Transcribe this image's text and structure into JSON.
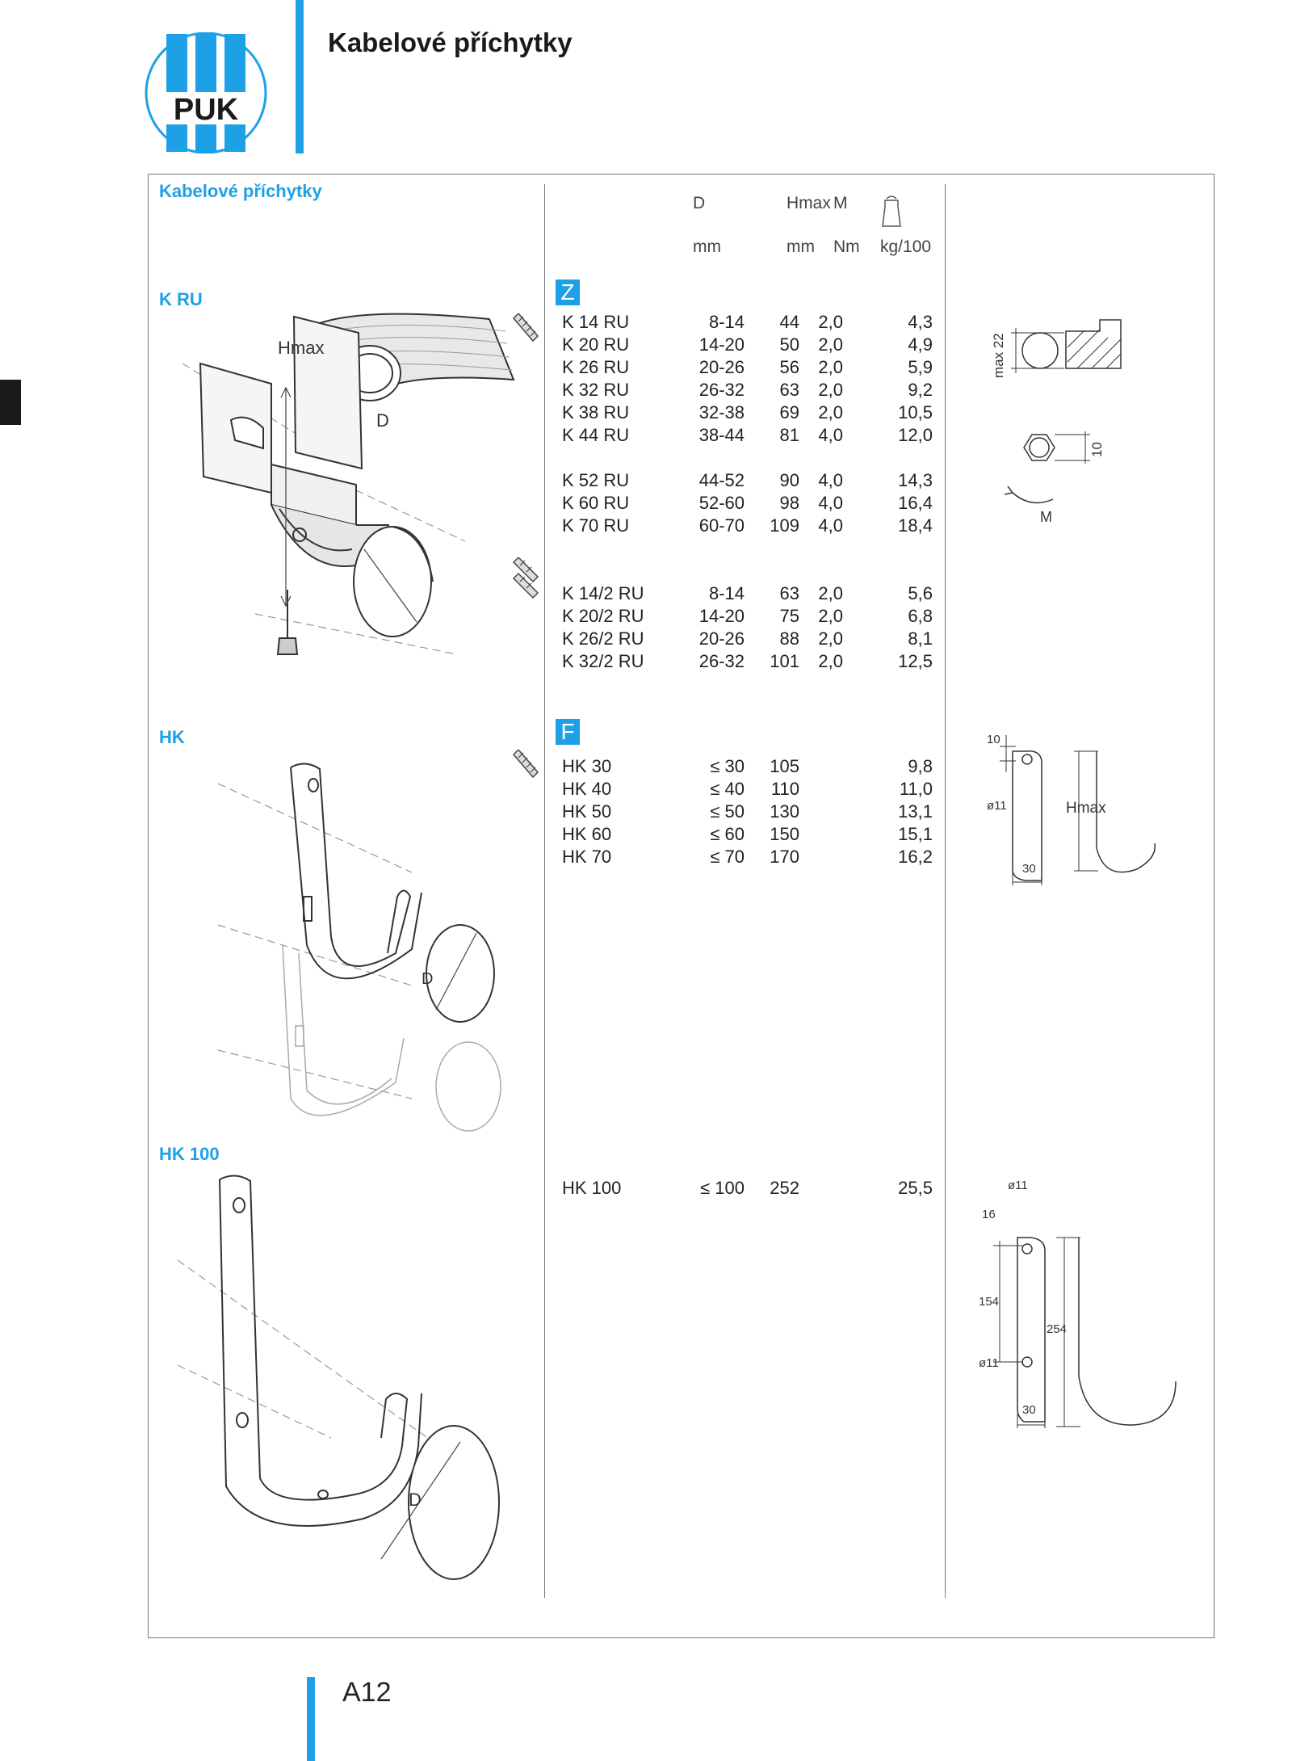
{
  "header": {
    "logo_text": "PUK",
    "title": "Kabelové příchytky"
  },
  "colors": {
    "accent": "#1ea0e6",
    "text": "#222222",
    "frame": "#777777"
  },
  "section_title": "Kabelové příchytky",
  "columns": {
    "d": "D",
    "h": "Hmax",
    "m": "M",
    "weight_icon": "weight-icon",
    "units": {
      "d": "mm",
      "h": "mm",
      "m": "Nm",
      "kg": "kg/100"
    }
  },
  "sections": {
    "kru": {
      "label": "K RU",
      "badge": "Z",
      "rows_a": [
        {
          "name": "K 14 RU",
          "d": "8-14",
          "h": "44",
          "m": "2,0",
          "kg": "4,3"
        },
        {
          "name": "K 20 RU",
          "d": "14-20",
          "h": "50",
          "m": "2,0",
          "kg": "4,9"
        },
        {
          "name": "K 26 RU",
          "d": "20-26",
          "h": "56",
          "m": "2,0",
          "kg": "5,9"
        },
        {
          "name": "K 32 RU",
          "d": "26-32",
          "h": "63",
          "m": "2,0",
          "kg": "9,2"
        },
        {
          "name": "K 38 RU",
          "d": "32-38",
          "h": "69",
          "m": "2,0",
          "kg": "10,5"
        },
        {
          "name": "K 44 RU",
          "d": "38-44",
          "h": "81",
          "m": "4,0",
          "kg": "12,0"
        }
      ],
      "rows_b": [
        {
          "name": "K 52 RU",
          "d": "44-52",
          "h": "90",
          "m": "4,0",
          "kg": "14,3"
        },
        {
          "name": "K 60 RU",
          "d": "52-60",
          "h": "98",
          "m": "4,0",
          "kg": "16,4"
        },
        {
          "name": "K 70 RU",
          "d": "60-70",
          "h": "109",
          "m": "4,0",
          "kg": "18,4"
        }
      ],
      "rows_c": [
        {
          "name": "K 14/2 RU",
          "d": "8-14",
          "h": "63",
          "m": "2,0",
          "kg": "5,6"
        },
        {
          "name": "K 20/2 RU",
          "d": "14-20",
          "h": "75",
          "m": "2,0",
          "kg": "6,8"
        },
        {
          "name": "K 26/2 RU",
          "d": "20-26",
          "h": "88",
          "m": "2,0",
          "kg": "8,1"
        },
        {
          "name": "K 32/2 RU",
          "d": "26-32",
          "h": "101",
          "m": "2,0",
          "kg": "12,5"
        }
      ],
      "drawing_labels": {
        "hmax": "Hmax",
        "d": "D"
      },
      "detail_labels": {
        "max22": "max 22",
        "ten": "10",
        "m": "M"
      }
    },
    "hk": {
      "label": "HK",
      "badge": "F",
      "rows": [
        {
          "name": "HK 30",
          "d": "≤ 30",
          "h": "105",
          "kg": "9,8"
        },
        {
          "name": "HK 40",
          "d": "≤ 40",
          "h": "110",
          "kg": "11,0"
        },
        {
          "name": "HK 50",
          "d": "≤ 50",
          "h": "130",
          "kg": "13,1"
        },
        {
          "name": "HK 60",
          "d": "≤ 60",
          "h": "150",
          "kg": "15,1"
        },
        {
          "name": "HK 70",
          "d": "≤ 70",
          "h": "170",
          "kg": "16,2"
        }
      ],
      "drawing_labels": {
        "d": "D"
      },
      "detail_labels": {
        "ten": "10",
        "dia11": "ø11",
        "hmax": "Hmax",
        "thirty": "30"
      }
    },
    "hk100": {
      "label": "HK 100",
      "rows": [
        {
          "name": "HK 100",
          "d": "≤ 100",
          "h": "252",
          "kg": "25,5"
        }
      ],
      "drawing_labels": {
        "d": "D"
      },
      "detail_labels": {
        "dia11_top": "ø11",
        "sixteen": "16",
        "d154": "154",
        "d254": "254",
        "dia11_bottom": "ø11",
        "thirty": "30"
      }
    }
  },
  "footer": {
    "page_number": "A12"
  }
}
